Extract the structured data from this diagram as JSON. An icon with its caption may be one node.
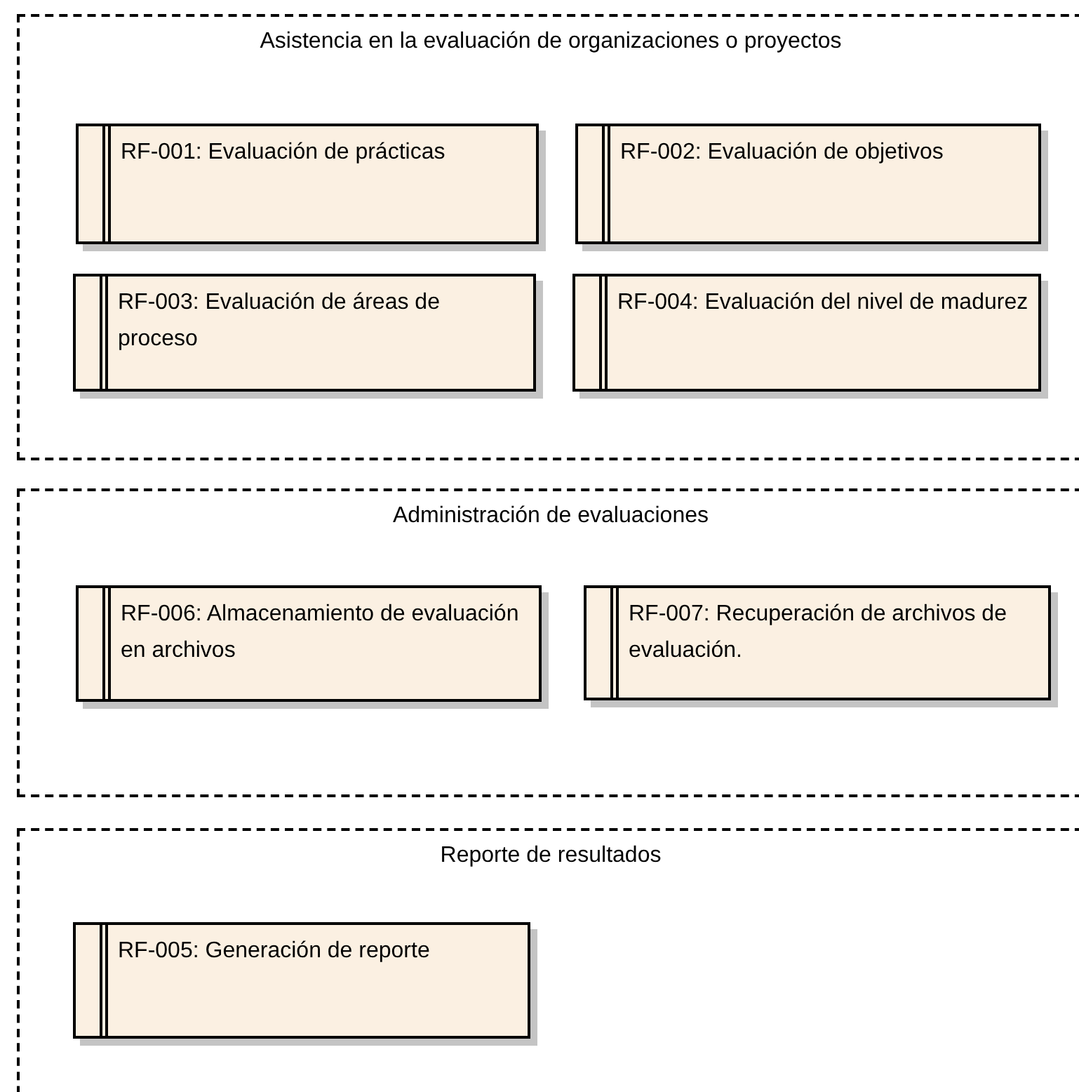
{
  "diagram": {
    "nodes": [
      {
        "text": [
          "Asistencia en la evaluación de organizaciones o proyectos"
        ]
      },
      {
        "text": [
          "RF-001: Evaluación de prácticas"
        ],
        "in": 0
      },
      {
        "text": [
          "RF-002: Evaluación de objetivos"
        ],
        "in": 0
      },
      {
        "text": [
          "RF-003: Evaluación de áreas de proceso"
        ],
        "in": 0
      },
      {
        "text": [
          "RF-004: Evaluación del nivel de madurez"
        ],
        "in": 0
      },
      {
        "text": [
          "Administración de evaluaciones"
        ]
      },
      {
        "text": [
          "RF-006: Almacenamiento de evaluación en archivos"
        ],
        "in": 5
      },
      {
        "text": [
          "RF-007: Recuperación de archivos de evaluación."
        ],
        "in": 5
      },
      {
        "text": [
          "Reporte de resultados"
        ]
      },
      {
        "text": [
          "RF-005: Generación de reporte"
        ],
        "in": 8
      }
    ]
  }
}
